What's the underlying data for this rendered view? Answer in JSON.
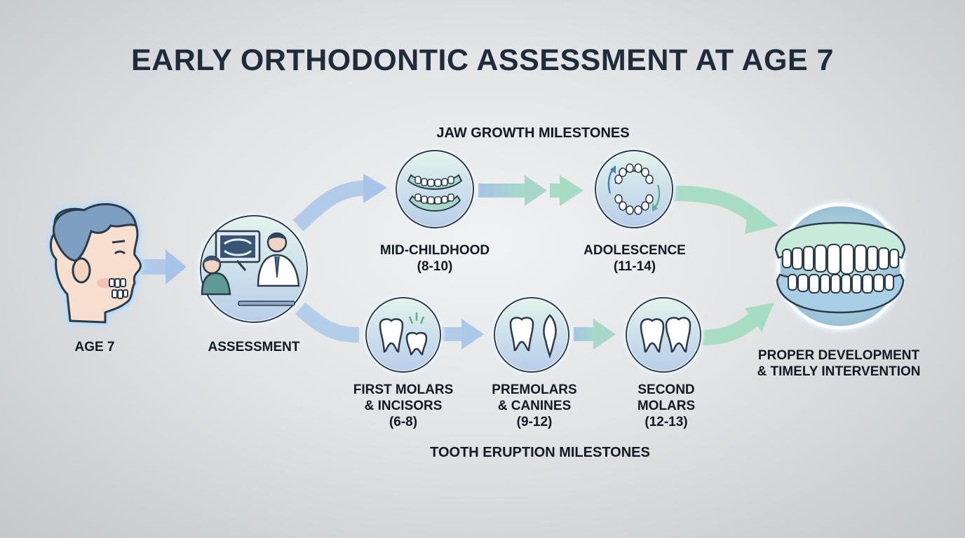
{
  "title": "EARLY ORTHODONTIC ASSESSMENT AT AGE 7",
  "sections": {
    "jaw": "JAW GROWTH MILESTONES",
    "tooth": "TOOTH ERUPTION MILESTONES"
  },
  "nodes": {
    "start": {
      "label": "AGE 7",
      "icon": "child-face-icon"
    },
    "assessment": {
      "label": "ASSESSMENT",
      "icon": "dentist-xray-icon"
    },
    "mid_childhood": {
      "label": "MID-CHILDHOOD\n(8-10)",
      "icon": "jaw-arch-icon"
    },
    "adolescence": {
      "label": "ADOLESCENCE\n(11-14)",
      "icon": "dental-arch-growth-icon"
    },
    "first_molars": {
      "label": "FIRST MOLARS\n& INCISORS\n(6-8)",
      "icon": "molar-eruption-icon"
    },
    "premolars": {
      "label": "PREMOLARS\n& CANINES\n(9-12)",
      "icon": "premolar-canine-icon"
    },
    "second_molars": {
      "label": "SECOND\nMOLARS\n(12-13)",
      "icon": "second-molars-icon"
    },
    "outcome": {
      "label": "PROPER DEVELOPMENT\n& TIMELY INTERVENTION",
      "icon": "healthy-teeth-icon"
    }
  },
  "colors": {
    "title": "#1f2d3a",
    "arrow_blue": "#a9c6e6",
    "arrow_green": "#a6dcc1",
    "node_fill_top": "#dff1ea",
    "node_fill_bottom": "#b9cfea",
    "outline": "#2b3b4c"
  }
}
